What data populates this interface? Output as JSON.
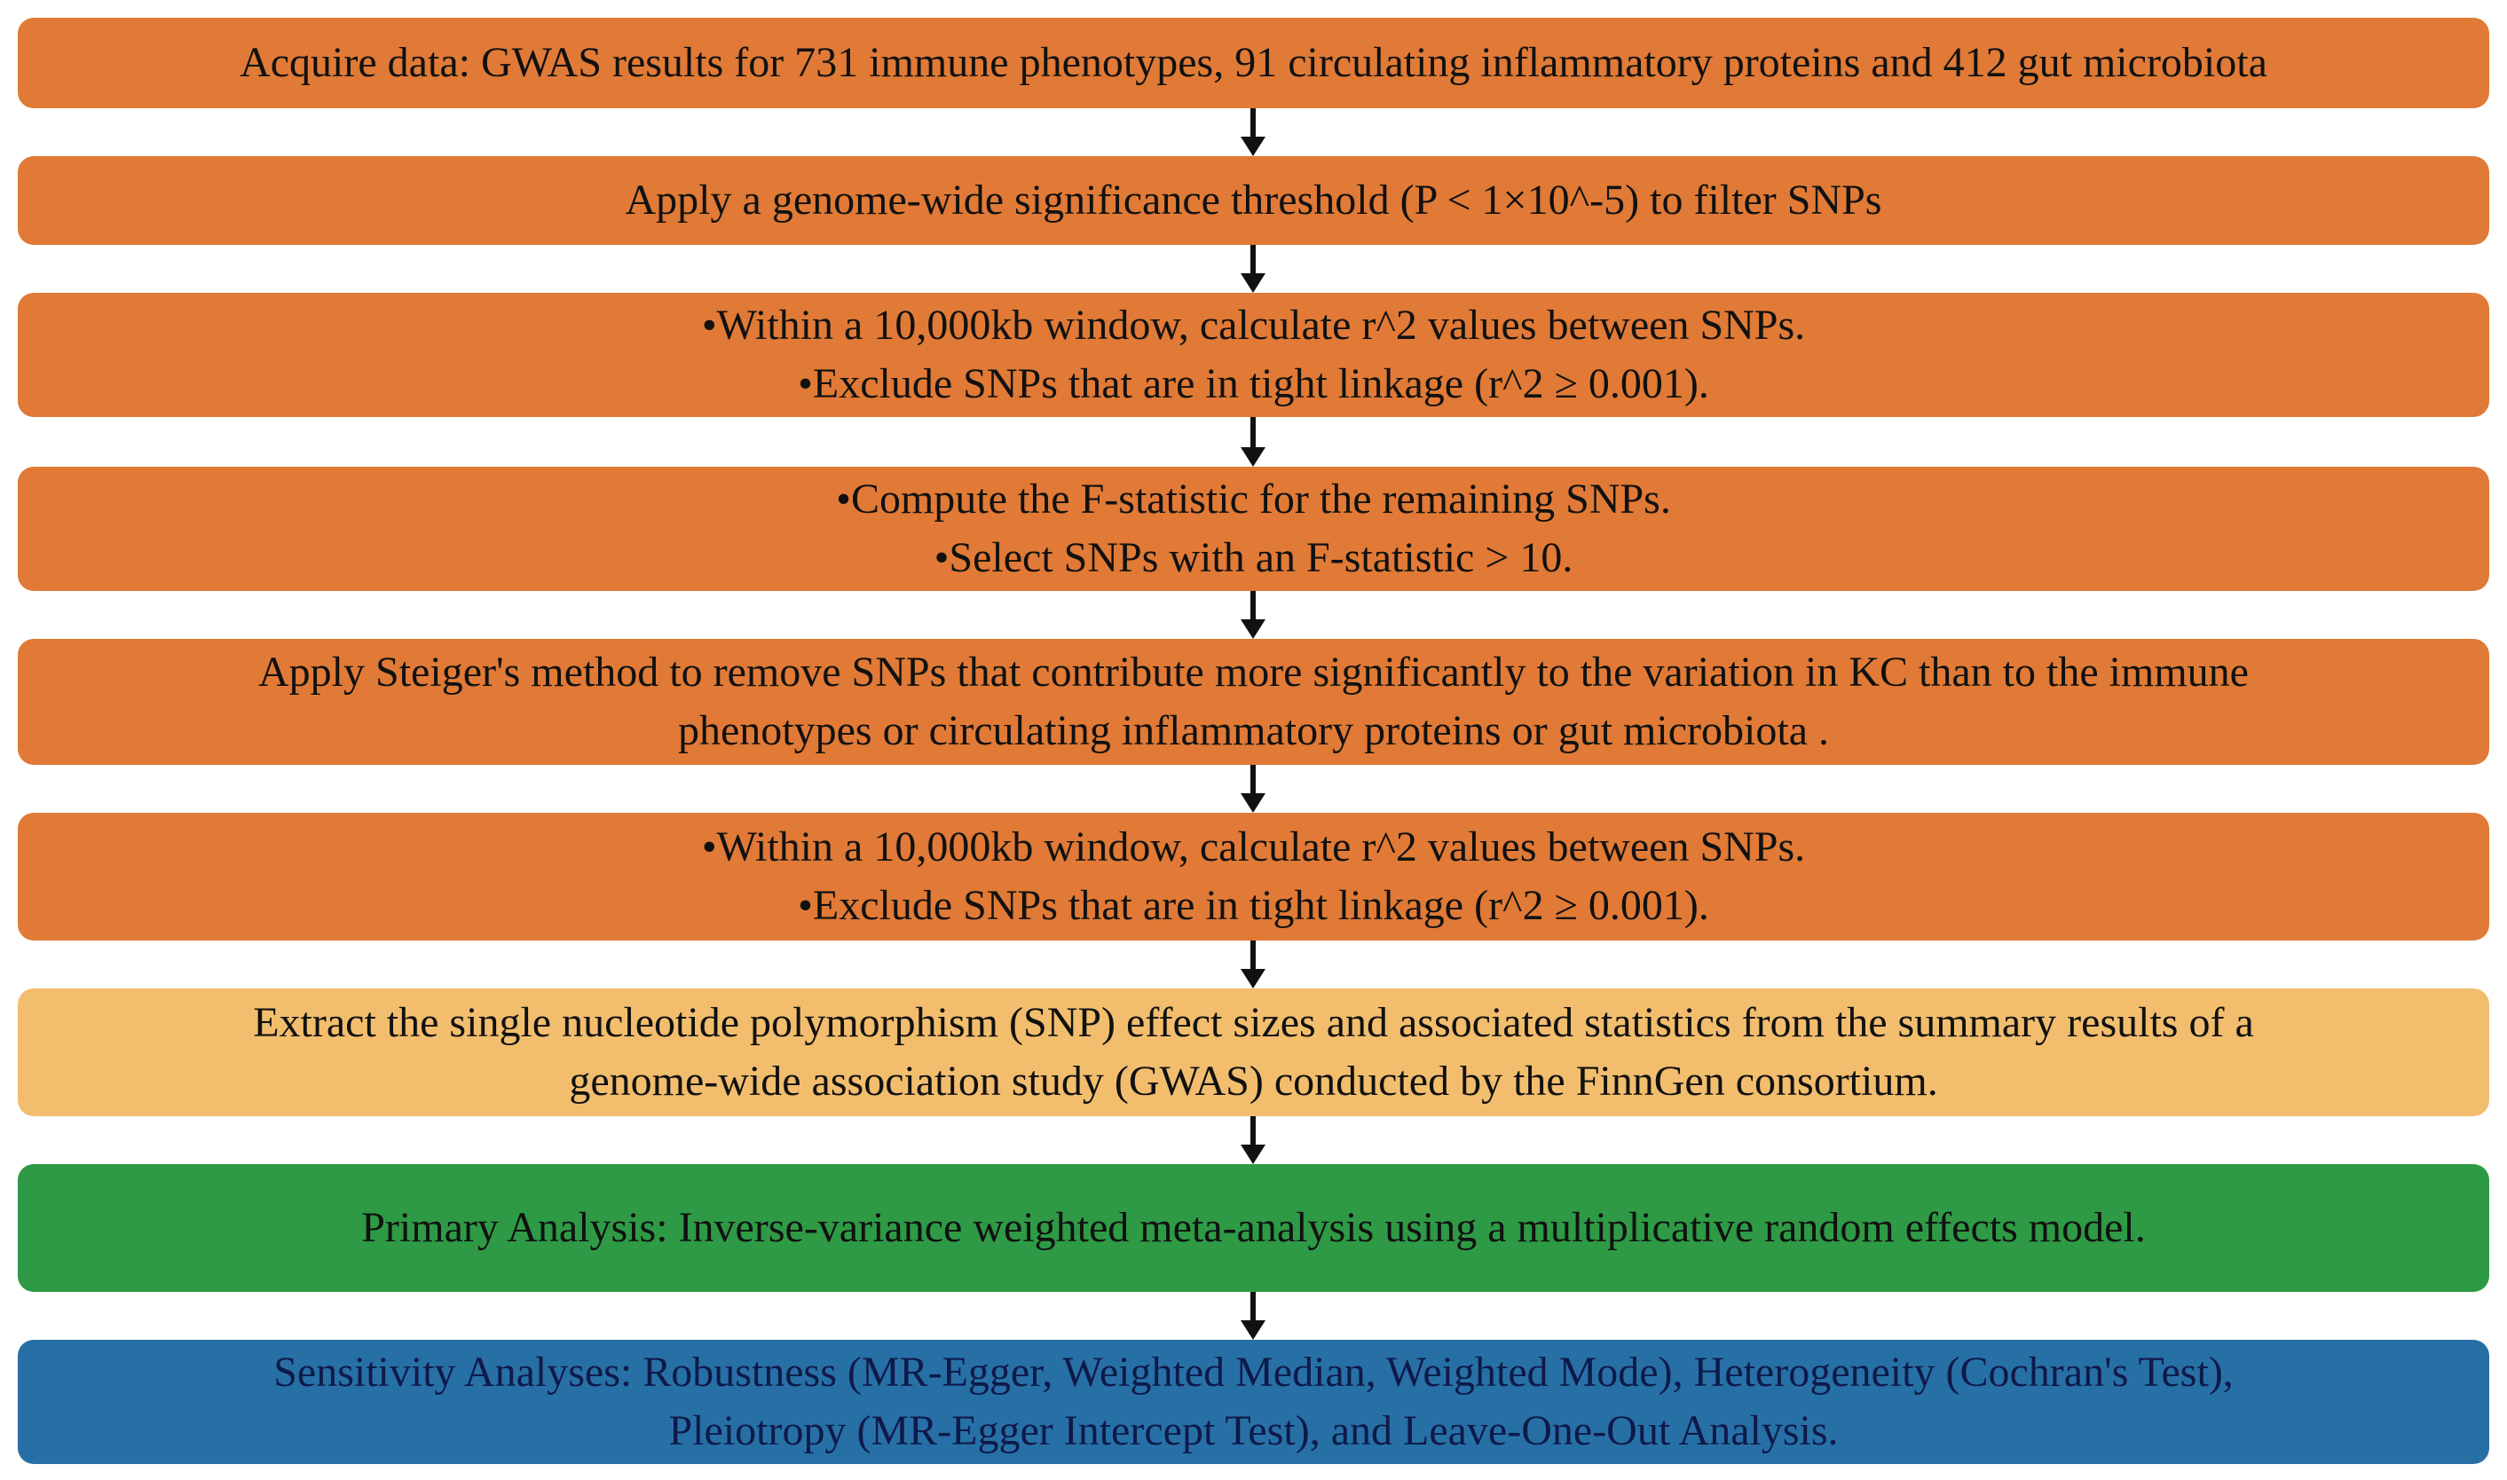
{
  "flow": {
    "steps": [
      {
        "lines": [
          "Acquire data: GWAS results for 731 immune phenotypes, 91 circulating inflammatory proteins and 412 gut microbiota"
        ],
        "color": "#E07A36"
      },
      {
        "lines": [
          "Apply a genome-wide significance threshold (P < 1×10^-5) to filter SNPs"
        ],
        "color": "#E07A36"
      },
      {
        "lines": [
          "•Within a 10,000kb window, calculate r^2 values between SNPs.",
          "•Exclude SNPs that are in tight linkage (r^2 ≥ 0.001)."
        ],
        "color": "#E07A36"
      },
      {
        "lines": [
          "•Compute the F-statistic for the remaining SNPs.",
          "•Select SNPs with an F-statistic > 10."
        ],
        "color": "#E07A36"
      },
      {
        "lines": [
          "Apply Steiger's method to remove SNPs that contribute more significantly to the variation in KC than to the immune",
          "phenotypes or circulating inflammatory proteins or gut microbiota ."
        ],
        "color": "#E07A36"
      },
      {
        "lines": [
          "•Within a 10,000kb window, calculate r^2 values between SNPs.",
          "•Exclude SNPs that are in tight linkage (r^2 ≥ 0.001)."
        ],
        "color": "#E07A36"
      },
      {
        "lines": [
          "Extract the single nucleotide polymorphism (SNP) effect sizes and associated statistics from the summary results of a",
          "genome-wide association study (GWAS) conducted by the FinnGen consortium."
        ],
        "color": "#F2BE6E"
      },
      {
        "lines": [
          "Primary Analysis: Inverse-variance weighted meta-analysis using a multiplicative random effects model."
        ],
        "color": "#2E9A45"
      },
      {
        "lines": [
          "Sensitivity Analyses: Robustness (MR-Egger, Weighted Median, Weighted Mode), Heterogeneity (Cochran's Test),",
          "Pleiotropy (MR-Egger Intercept Test), and Leave-One-Out Analysis."
        ],
        "color": "#2770A6"
      }
    ]
  }
}
